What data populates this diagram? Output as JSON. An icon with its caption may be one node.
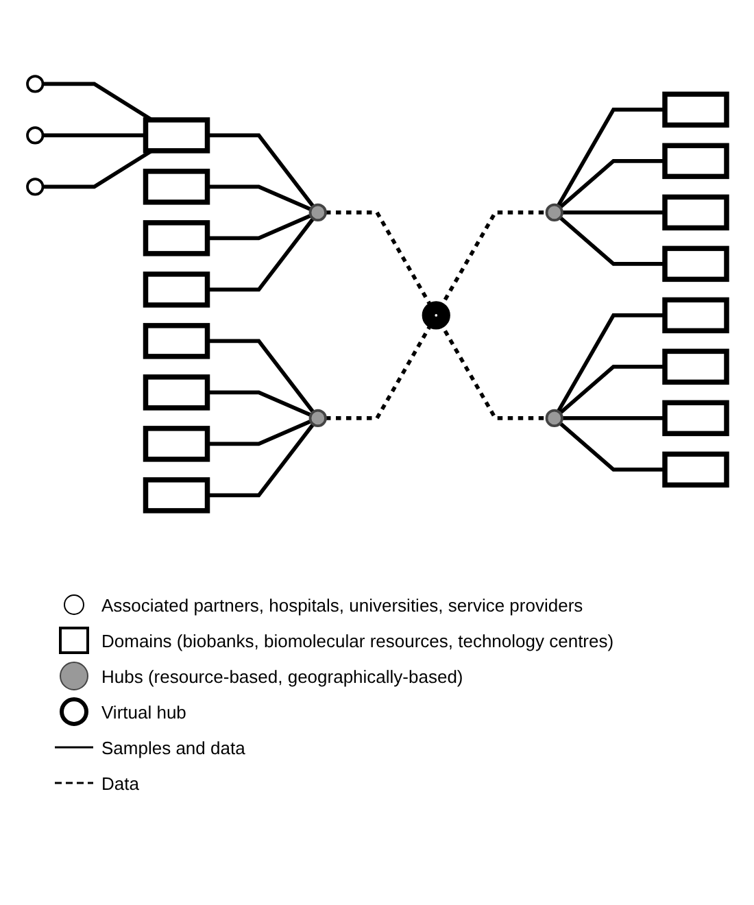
{
  "diagram": {
    "nodes": [
      {
        "text": [],
        "shape": "circle"
      },
      {
        "text": [],
        "shape": "circle"
      },
      {
        "text": [],
        "shape": "circle"
      },
      {
        "text": [],
        "shape": "box"
      },
      {
        "text": [],
        "shape": "box"
      },
      {
        "text": [],
        "shape": "box"
      },
      {
        "text": [],
        "shape": "box"
      },
      {
        "text": [],
        "shape": "circle"
      },
      {
        "text": [],
        "shape": "circle"
      },
      {
        "text": [],
        "shape": "box"
      },
      {
        "text": [],
        "shape": "box"
      },
      {
        "text": [],
        "shape": "box"
      },
      {
        "text": [],
        "shape": "box"
      },
      {
        "text": [],
        "shape": "circle"
      },
      {
        "text": [],
        "shape": "box"
      },
      {
        "text": [],
        "shape": "box"
      },
      {
        "text": [],
        "shape": "box"
      },
      {
        "text": [],
        "shape": "box"
      },
      {
        "text": [],
        "shape": "circle"
      },
      {
        "text": [],
        "shape": "circle"
      },
      {
        "text": [],
        "shape": "box"
      },
      {
        "text": [],
        "shape": "box"
      },
      {
        "text": [],
        "shape": "box"
      },
      {
        "text": [],
        "shape": "box"
      }
    ],
    "edges": [
      {
        "from": 0,
        "to": 3,
        "arrow": "none"
      },
      {
        "from": 1,
        "to": 3,
        "arrow": "none"
      },
      {
        "from": 2,
        "to": 3,
        "arrow": "none"
      },
      {
        "from": 3,
        "to": 7,
        "arrow": "none"
      },
      {
        "from": 4,
        "to": 7,
        "arrow": "none"
      },
      {
        "from": 5,
        "to": 7,
        "arrow": "none"
      },
      {
        "from": 6,
        "to": 7,
        "arrow": "none"
      },
      {
        "from": 8,
        "to": 9,
        "arrow": "none"
      },
      {
        "from": 8,
        "to": 10,
        "arrow": "none"
      },
      {
        "from": 8,
        "to": 11,
        "arrow": "none"
      },
      {
        "from": 8,
        "to": 12,
        "arrow": "none"
      },
      {
        "from": 14,
        "to": 18,
        "arrow": "none"
      },
      {
        "from": 15,
        "to": 18,
        "arrow": "none"
      },
      {
        "from": 16,
        "to": 18,
        "arrow": "none"
      },
      {
        "from": 17,
        "to": 18,
        "arrow": "none"
      },
      {
        "from": 19,
        "to": 20,
        "arrow": "none"
      },
      {
        "from": 19,
        "to": 21,
        "arrow": "none"
      },
      {
        "from": 19,
        "to": 22,
        "arrow": "none"
      },
      {
        "from": 19,
        "to": 23,
        "arrow": "none"
      },
      {
        "from": 7,
        "to": 13,
        "arrow": "none",
        "style": "dashed"
      },
      {
        "from": 18,
        "to": 13,
        "arrow": "none",
        "style": "dashed"
      },
      {
        "from": 13,
        "to": 8,
        "arrow": "none",
        "style": "dashed"
      },
      {
        "from": 13,
        "to": 19,
        "arrow": "none",
        "style": "dashed"
      }
    ],
    "legend": [
      {
        "text": "Associated partners, hospitals, universities, service providers"
      },
      {
        "text": "Domains (biobanks, biomolecular resources, technology centres)"
      },
      {
        "text": "Hubs (resource-based, geographically-based)"
      },
      {
        "text": "Virtual hub"
      },
      {
        "text": "Samples and data"
      },
      {
        "text": "Data"
      }
    ]
  }
}
